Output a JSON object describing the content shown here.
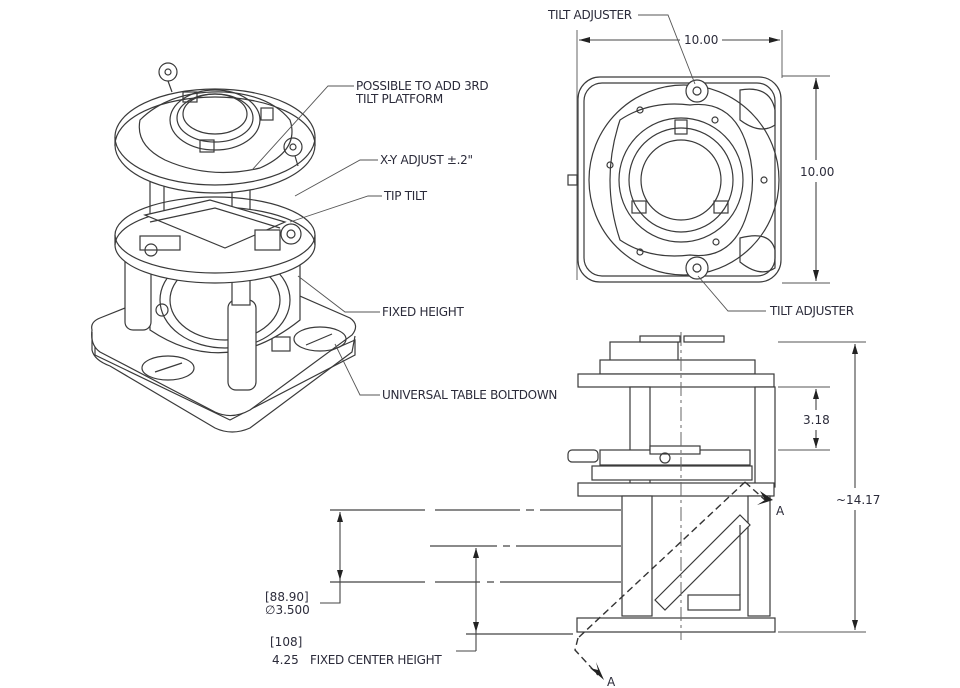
{
  "drawing": {
    "title": "Tilt platform mount assembly drawing",
    "callouts": {
      "possible_3rd_line1": "POSSIBLE TO ADD 3RD",
      "possible_3rd_line2": "TILT PLATFORM",
      "xy_adjust": "X-Y ADJUST ±.2\"",
      "tip_tilt": "TIP TILT",
      "fixed_height": "FIXED HEIGHT",
      "universal_boltdown": "UNIVERSAL TABLE BOLTDOWN",
      "tilt_adjuster_top": "TILT ADJUSTER",
      "tilt_adjuster_bottom": "TILT ADJUSTER",
      "fixed_center_height": "FIXED CENTER HEIGHT"
    },
    "dimensions": {
      "top_view_width": "10.00",
      "top_view_height": "10.00",
      "platform_spacing": "3.18",
      "overall_height": "~14.17",
      "aperture_metric": "[88.90]",
      "aperture_diameter": "∅3.500",
      "center_height_metric": "[108]",
      "center_height": "4.25"
    },
    "section_markers": {
      "upper": "A",
      "lower": "A"
    }
  }
}
